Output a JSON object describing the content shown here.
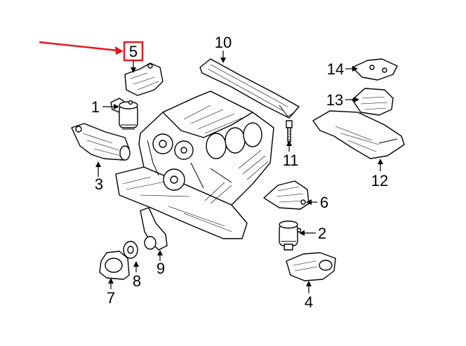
{
  "callouts": [
    {
      "id": "1",
      "text": "1"
    },
    {
      "id": "2",
      "text": "2"
    },
    {
      "id": "3",
      "text": "3"
    },
    {
      "id": "4",
      "text": "4"
    },
    {
      "id": "5",
      "text": "5"
    },
    {
      "id": "6",
      "text": "6"
    },
    {
      "id": "7",
      "text": "7"
    },
    {
      "id": "8",
      "text": "8"
    },
    {
      "id": "9",
      "text": "9"
    },
    {
      "id": "10",
      "text": "10"
    },
    {
      "id": "11",
      "text": "11"
    },
    {
      "id": "12",
      "text": "12"
    },
    {
      "id": "13",
      "text": "13"
    },
    {
      "id": "14",
      "text": "14"
    }
  ],
  "highlight": {
    "callout": "5",
    "color": "#e8141c"
  },
  "colors": {
    "line": "#000000",
    "background": "#ffffff"
  }
}
